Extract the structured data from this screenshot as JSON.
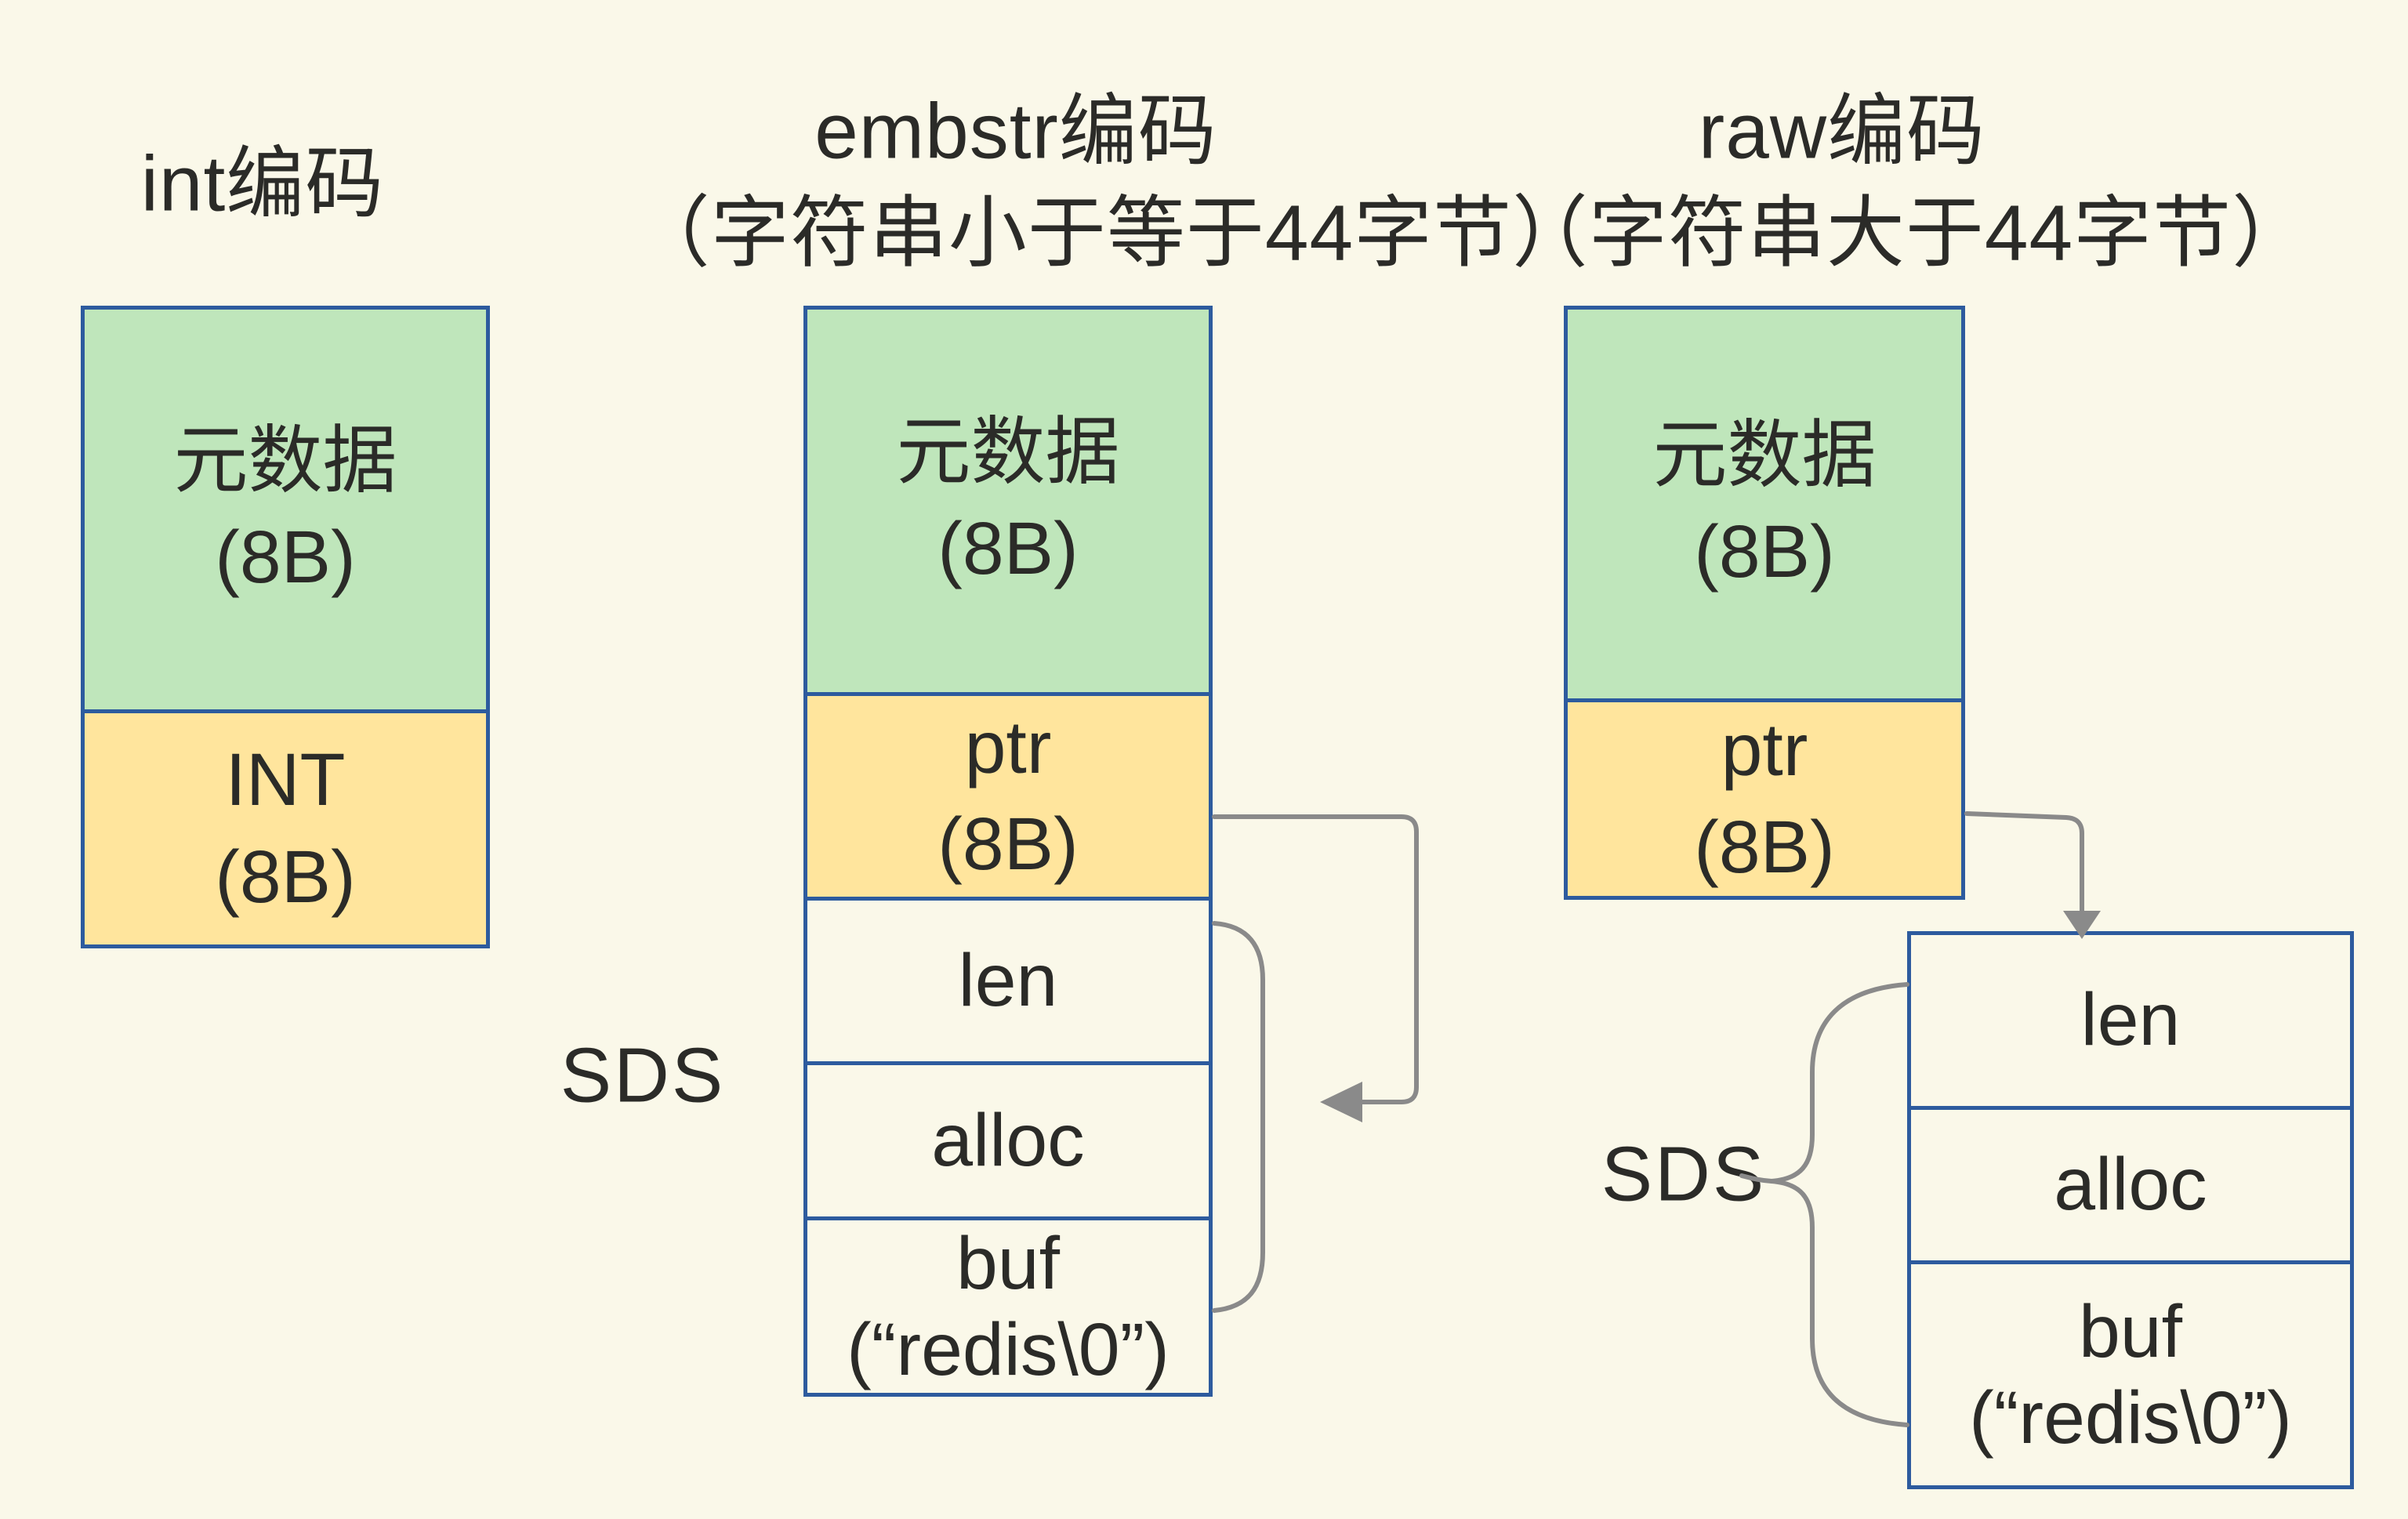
{
  "colors": {
    "background": "#FAF8E9",
    "box_border": "#2D5B9E",
    "green_fill": "#BFE6BB",
    "yellow_fill": "#FFE59D",
    "arrow_gray": "#8A8A8A",
    "text": "#2B2B28"
  },
  "columns": {
    "int": {
      "title": "int编码",
      "meta_line1": "元数据",
      "meta_line2": "(8B)",
      "int_line1": "INT",
      "int_line2": "(8B)"
    },
    "embstr": {
      "title_line1": "embstr编码",
      "title_line2": "（字符串小于等于44字节）",
      "meta_line1": "元数据",
      "meta_line2": "(8B)",
      "ptr_line1": "ptr",
      "ptr_line2": "(8B)",
      "len_label": "len",
      "alloc_label": "alloc",
      "buf_line1": "buf",
      "buf_line2": "(“redis\\0”)",
      "sds_label": "SDS"
    },
    "raw": {
      "title_line1": "raw编码",
      "title_line2": "（字符串大于44字节）",
      "meta_line1": "元数据",
      "meta_line2": "(8B)",
      "ptr_line1": "ptr",
      "ptr_line2": "(8B)",
      "len_label": "len",
      "alloc_label": "alloc",
      "buf_line1": "buf",
      "buf_line2": "(“redis\\0”)",
      "sds_label": "SDS"
    }
  }
}
